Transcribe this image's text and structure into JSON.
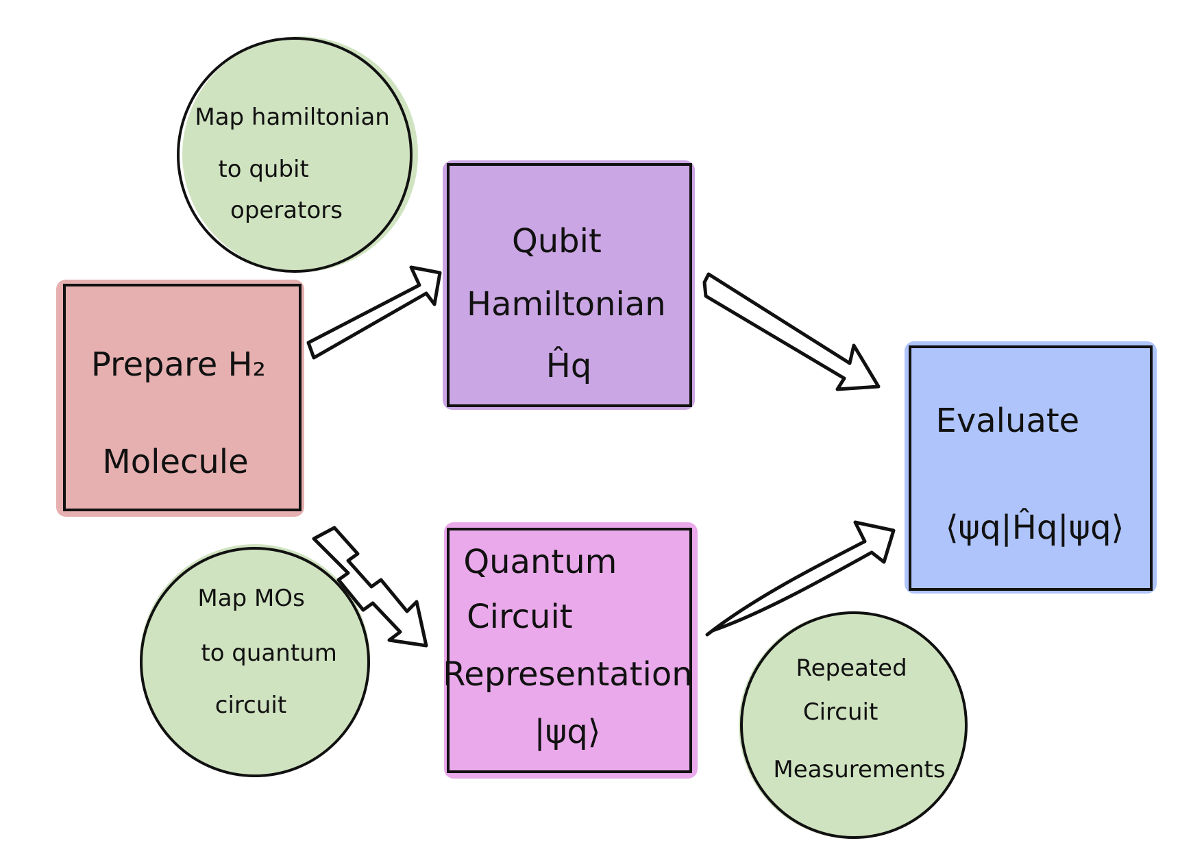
{
  "colors": {
    "prepare_fill": "#e6b0b0",
    "hamiltonian_fill": "#cba6e4",
    "circuit_fill": "#e9a9ea",
    "evaluate_fill": "#aec4fa",
    "note_fill": "#cde2bd",
    "stroke": "#111111"
  },
  "nodes": {
    "prepare": {
      "lines": [
        "Prepare H₂",
        "Molecule"
      ]
    },
    "hamiltonian": {
      "lines": [
        "Qubit",
        "Hamiltonian",
        "Ĥq"
      ]
    },
    "circuit": {
      "lines": [
        "Quantum",
        "Circuit",
        "Representation",
        "|ψq⟩"
      ]
    },
    "evaluate": {
      "lines": [
        "Evaluate",
        "⟨ψq|Ĥq|ψq⟩"
      ]
    }
  },
  "notes": {
    "map_hamiltonian": {
      "lines": [
        "Map hamiltonian",
        "to qubit",
        "operators"
      ]
    },
    "map_mos": {
      "lines": [
        "Map MOs",
        "to quantum",
        "circuit"
      ]
    },
    "repeated": {
      "lines": [
        "Repeated",
        "Circuit",
        "Measurements"
      ]
    }
  },
  "edges": [
    {
      "from": "prepare",
      "to": "hamiltonian"
    },
    {
      "from": "prepare",
      "to": "circuit"
    },
    {
      "from": "hamiltonian",
      "to": "evaluate"
    },
    {
      "from": "circuit",
      "to": "evaluate"
    }
  ],
  "arrow_style": "hollow-block"
}
